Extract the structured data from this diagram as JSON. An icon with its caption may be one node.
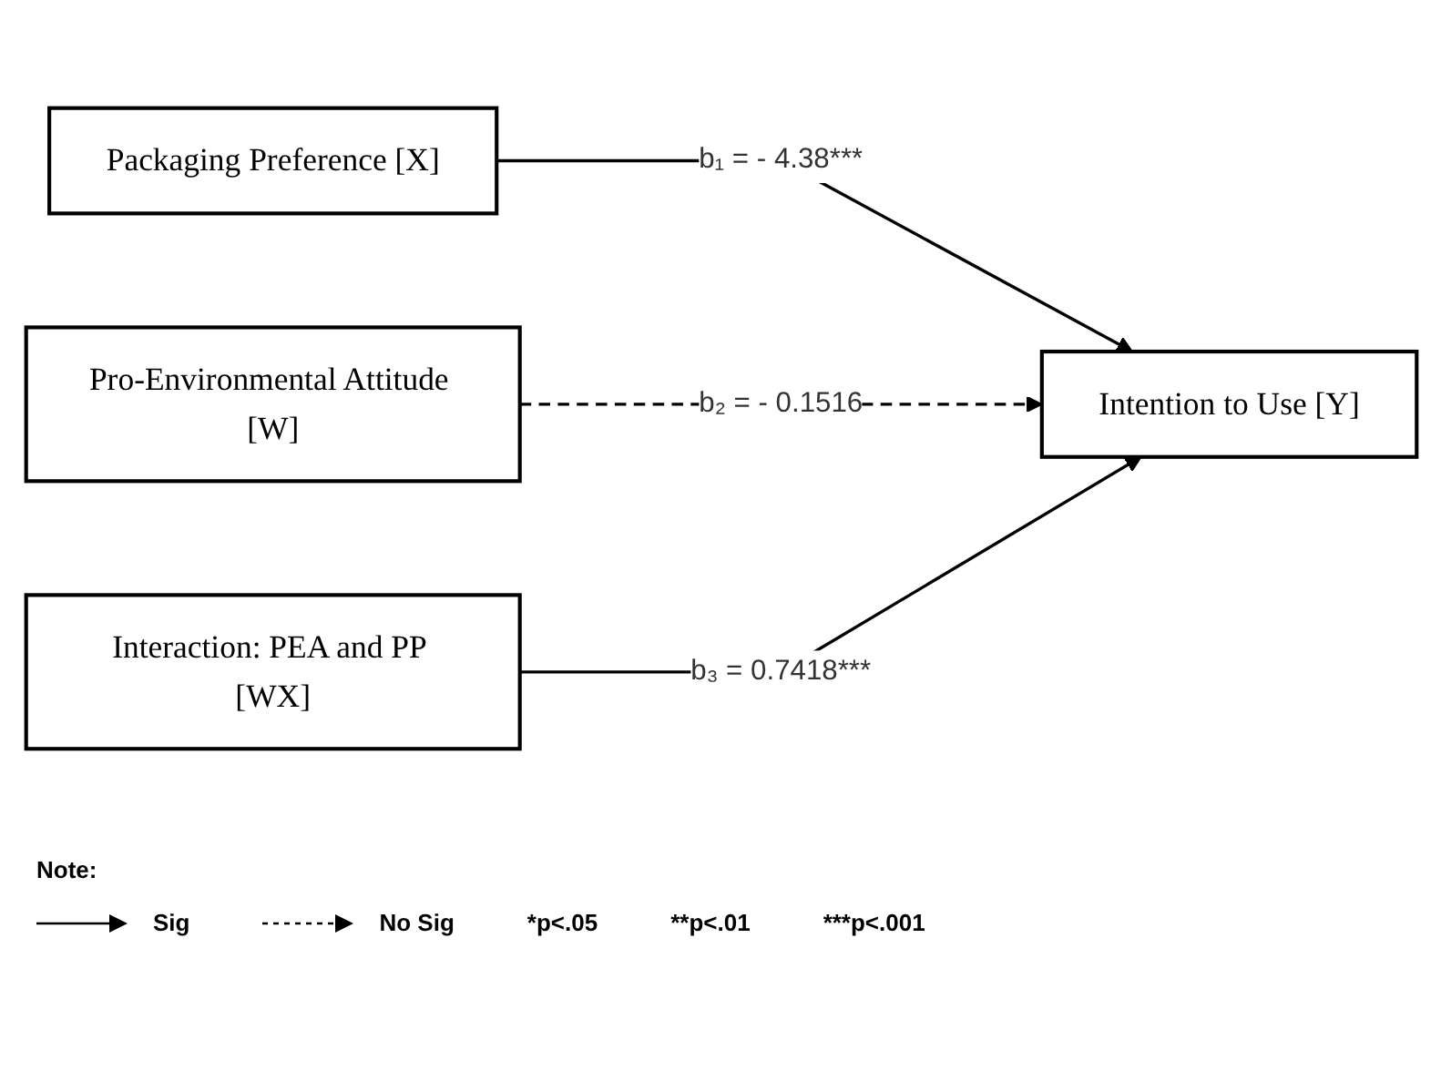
{
  "diagram": {
    "nodes": [
      {
        "text": [
          "Packaging Preference [X]"
        ]
      },
      {
        "text": [
          "Pro-Environmental Attitude [W]"
        ]
      },
      {
        "text": [
          "Intention to Use [Y]"
        ]
      },
      {
        "text": [
          "Interaction: PEA and PP [WX]"
        ]
      }
    ],
    "edges": [
      {
        "from": 0,
        "to": 2,
        "arrow": "to",
        "label": "b₁ = - 4.38***"
      },
      {
        "from": 1,
        "to": 2,
        "arrow": "to",
        "label": "b₂ = - 0.1516",
        "style": "dashed"
      },
      {
        "from": 3,
        "to": 2,
        "arrow": "to",
        "label": "b₃ = 0.7418***"
      }
    ],
    "labels": [
      "Note:",
      "*p<.05",
      "**p<.01",
      "***p<.001"
    ],
    "legend": [
      {
        "text": "Sig"
      },
      {
        "text": "No Sig"
      }
    ]
  }
}
